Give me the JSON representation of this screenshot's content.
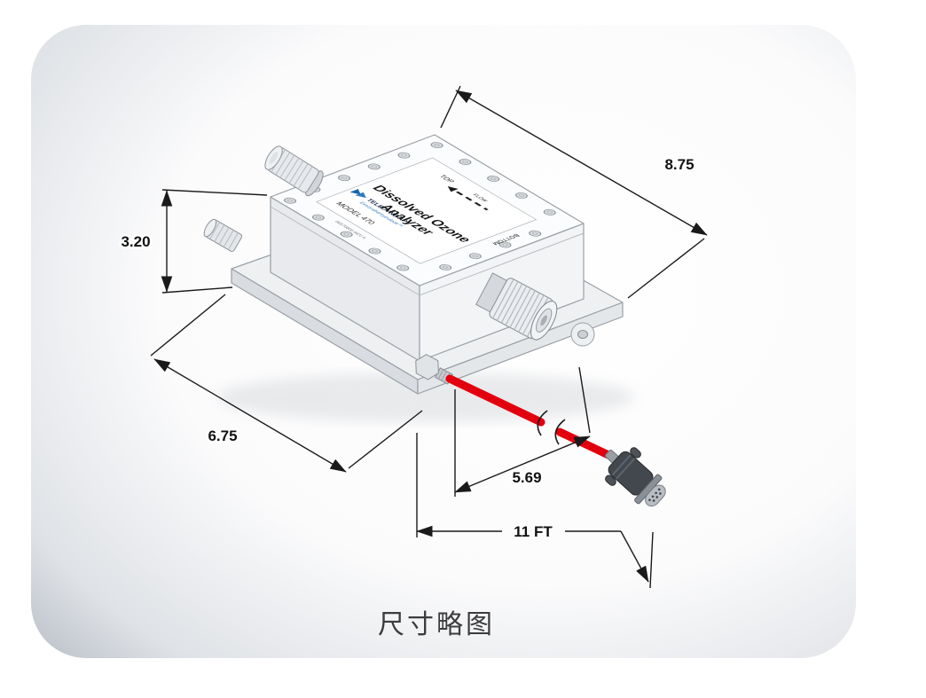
{
  "caption": "尺寸略图",
  "device": {
    "brand": "TELEDYNE API",
    "tagline": "Everywhereyoulook™",
    "model": "MODEL 470",
    "product_line1": "Dissolved Ozone",
    "product_line2": "Analyzer",
    "marking_top": "TOP",
    "marking_bottom": "BOTTOM",
    "marking_flow": "FLOW",
    "part_number": "06570000 REV A"
  },
  "dimensions": {
    "length_in": "8.75",
    "height_in": "3.20",
    "depth_in": "6.75",
    "connector_offset_in": "5.69",
    "cable_length": "11 FT"
  },
  "colors": {
    "cable_red": "#e3000e",
    "logo_blue": "#2f7bc0",
    "dim_line": "#1a1a1a",
    "card_gradient_edge": "#b9bfc7"
  }
}
